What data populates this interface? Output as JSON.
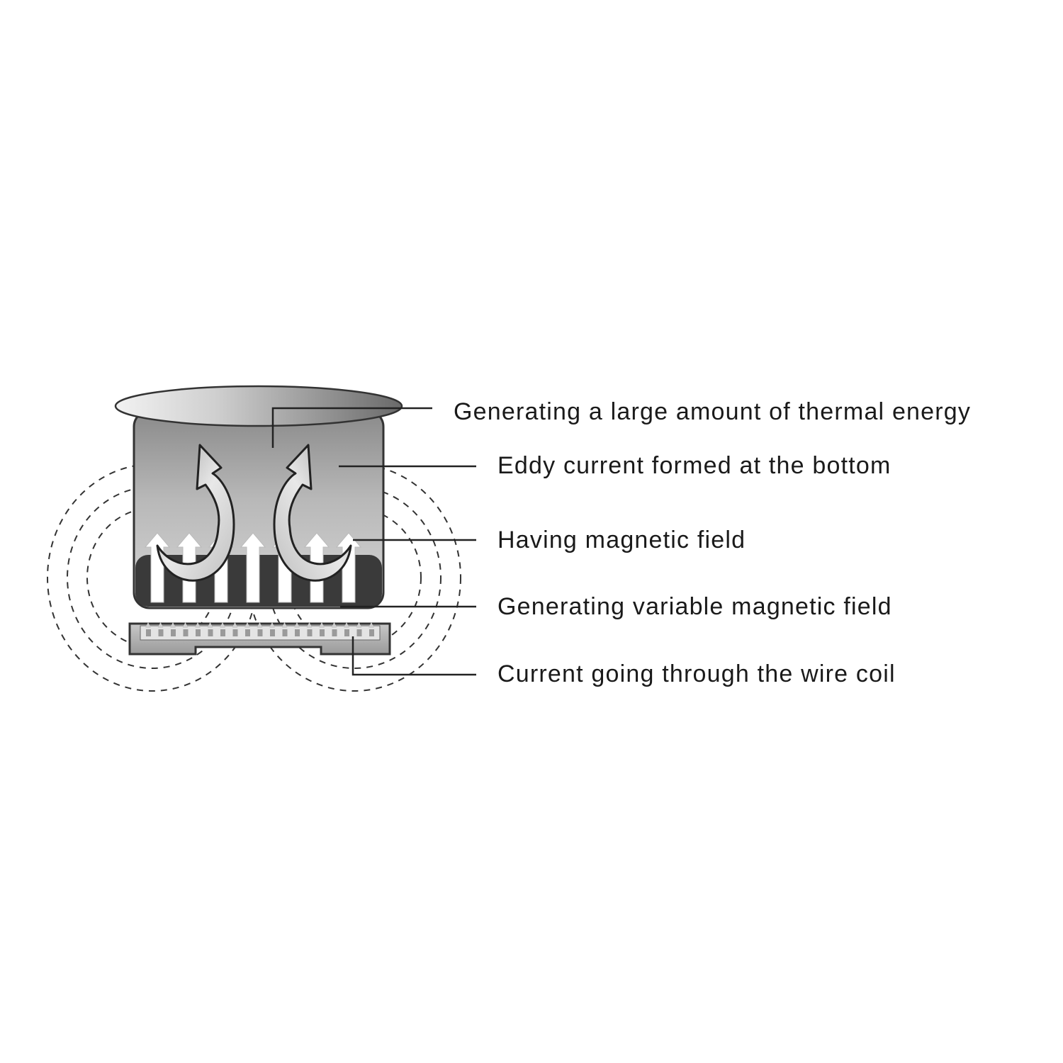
{
  "labels": {
    "thermal": "Generating a large amount of thermal energy",
    "eddy": "Eddy current formed at the bottom",
    "magnetic": "Having magnetic field",
    "variable": "Generating variable magnetic field",
    "current": "Current going through the wire coil"
  }
}
